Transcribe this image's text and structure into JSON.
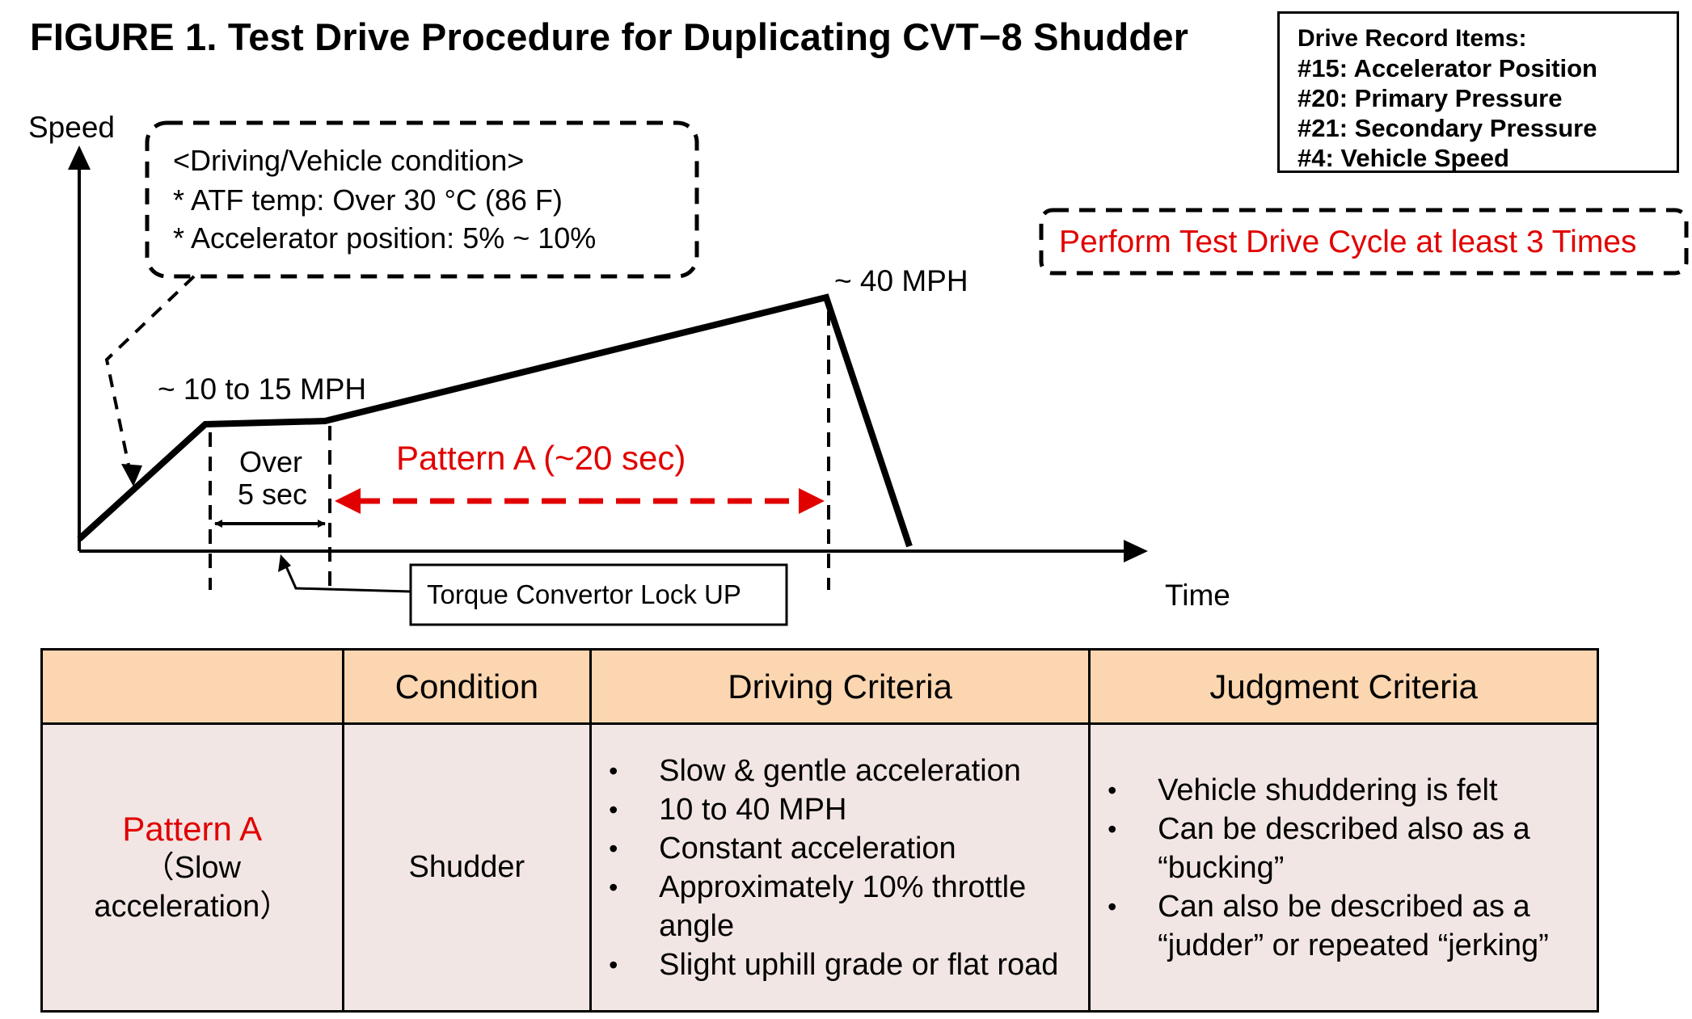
{
  "figure": {
    "title": "FIGURE 1. Test Drive Procedure for Duplicating CVT−8 Shudder"
  },
  "drive_record": {
    "title": "Drive Record Items:",
    "items": [
      "#15: Accelerator Position",
      "#20: Primary Pressure",
      "#21: Secondary Pressure",
      " #4:   Vehicle Speed"
    ]
  },
  "notice": {
    "text": "Perform Test Drive Cycle at least 3 Times",
    "color": "#e10000"
  },
  "diagram": {
    "y_axis_label": "Speed",
    "x_axis_label": "Time",
    "condition_box": {
      "heading": "<Driving/Vehicle condition>",
      "line1": "* ATF temp: Over 30 °C (86 F)",
      "line2": "* Accelerator position: 5% ~ 10%"
    },
    "label_low_speed": "~ 10 to 15 MPH",
    "label_high_speed": "~ 40 MPH",
    "over_line1": "Over",
    "over_line2": "5 sec",
    "pattern_label": "Pattern A (~20 sec)",
    "lockup_label": "Torque Convertor Lock UP",
    "accent_color": "#e10000"
  },
  "table": {
    "headers": [
      "",
      "Condition",
      "Driving Criteria",
      "Judgment Criteria"
    ],
    "header_bg": "#fbd6b0",
    "body_bg": "#f2e6e4",
    "row": {
      "pattern_name": "Pattern A",
      "pattern_sub_line1": "（Slow",
      "pattern_sub_line2": "acceleration）",
      "condition": "Shudder",
      "driving_criteria": [
        "Slow & gentle acceleration",
        "10 to 40 MPH",
        "Constant acceleration",
        "Approximately 10% throttle angle",
        "Slight uphill grade or flat road"
      ],
      "judgment_criteria": [
        "Vehicle shuddering is felt",
        "Can be described also as a “bucking”",
        "Can also be described as a “judder” or repeated “jerking”"
      ]
    }
  }
}
